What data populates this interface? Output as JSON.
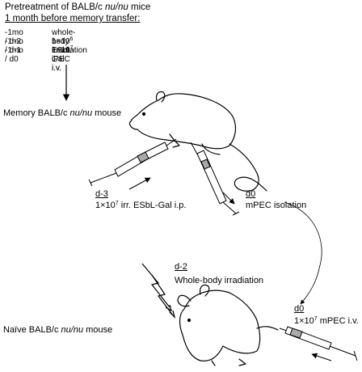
{
  "header": {
    "line1_pre": "Pretreatment of BALB/c ",
    "line1_em": "nu/nu",
    "line1_post": " mice",
    "line2": "1 month before memory transfer:"
  },
  "protocol": [
    {
      "time": "-1mo / d-2",
      "pre": "whole-body irradiation",
      "sup": "",
      "post": ""
    },
    {
      "time": "-1mo / d-1",
      "pre": "1×10",
      "sup": "6",
      "post": " ESbL-Gal i.v."
    },
    {
      "time": "-1mo / d0",
      "pre": "1×10",
      "sup": "7",
      "post": " iPEC i.v."
    }
  ],
  "memory_mouse": {
    "pre": "Memory BALB/c ",
    "em": "nu/nu",
    "post": " mouse"
  },
  "naive_mouse": {
    "pre": "Naïve BALB/c ",
    "em": "nu/nu",
    "post": " mouse"
  },
  "step_d3": {
    "day": "d-3",
    "pre": "1×10",
    "sup": "7",
    "post": " irr. ESbL-Gal i.p."
  },
  "step_d0_isolation": {
    "day": "d0",
    "text": "mPEC isolation"
  },
  "step_d2": {
    "day": "d-2",
    "text": "Whole-body irradiation"
  },
  "step_d0_transfer": {
    "day": "d0",
    "pre": "1×10",
    "sup": "7",
    "post": " mPEC i.v."
  }
}
